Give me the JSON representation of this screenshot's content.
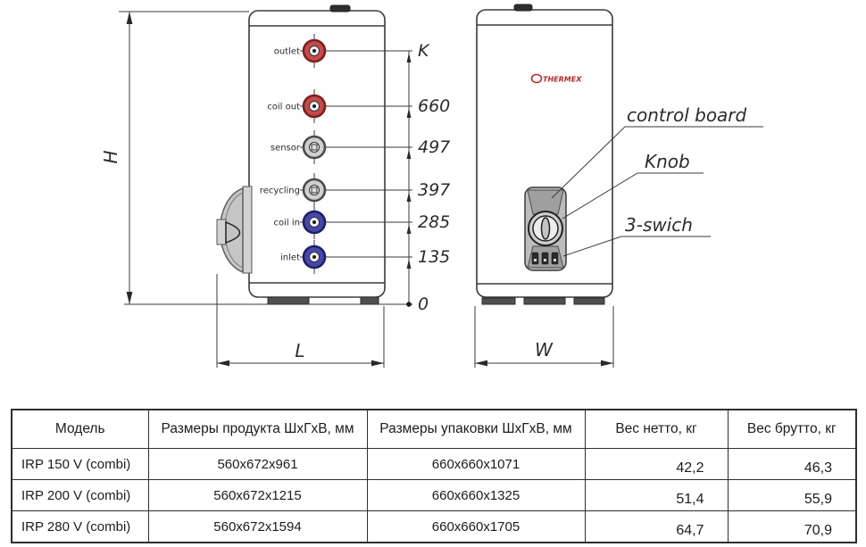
{
  "diagram": {
    "front": {
      "height_label": "H",
      "length_label": "L",
      "zero_label": "0",
      "ports": [
        {
          "label": "outlet",
          "level": "K",
          "fill": "#c34b4b",
          "ring": "#7c1f1f"
        },
        {
          "label": "coil out",
          "level": "660",
          "fill": "#c34b4b",
          "ring": "#7c1f1f"
        },
        {
          "label": "sensor",
          "level": "497",
          "fill": "#cfcfcf",
          "ring": "#4a4a4a"
        },
        {
          "label": "recycling",
          "level": "397",
          "fill": "#cfcfcf",
          "ring": "#4a4a4a"
        },
        {
          "label": "coil in",
          "level": "285",
          "fill": "#4747ab",
          "ring": "#1f1f66"
        },
        {
          "label": "inlet",
          "level": "135",
          "fill": "#4747ab",
          "ring": "#1f1f66"
        }
      ]
    },
    "side": {
      "width_label": "W",
      "brand": "THERMEX",
      "callouts": [
        {
          "label": "control board"
        },
        {
          "label": "Knob"
        },
        {
          "label": "3-swich"
        }
      ]
    },
    "colors": {
      "line": "#3a3a3a",
      "brand_red": "#b02a2a",
      "port_red": "#c34b4b",
      "port_blue": "#4747ab",
      "port_gray": "#cfcfcf"
    }
  },
  "table": {
    "headers": [
      "Модель",
      "Размеры продукта ШхГхВ, мм",
      "Размеры упаковки ШхГхВ, мм",
      "Вес нетто, кг",
      "Вес брутто, кг"
    ],
    "rows": [
      {
        "model": "IRP 150 V (combi)",
        "product": "560x672x961",
        "package": "660x660x1071",
        "net": "42,2",
        "gross": "46,3"
      },
      {
        "model": "IRP 200 V (combi)",
        "product": "560x672x1215",
        "package": "660x660x1325",
        "net": "51,4",
        "gross": "55,9"
      },
      {
        "model": "IRP 280 V (combi)",
        "product": "560x672x1594",
        "package": "660x660x1705",
        "net": "64,7",
        "gross": "70,9"
      }
    ]
  }
}
